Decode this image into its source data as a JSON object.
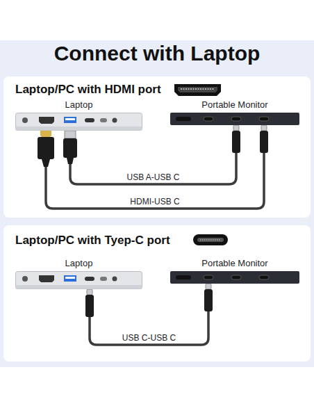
{
  "diagram": {
    "title": "Connect with Laptop",
    "nodes": [
      {
        "text": [
          "Laptop/PC with HDMI port"
        ]
      },
      {
        "text": [
          "Laptop"
        ],
        "in": 0
      },
      {
        "text": [
          "Portable Monitor"
        ],
        "in": 0
      },
      {
        "text": [
          "Laptop/PC with Tyep-C port"
        ]
      },
      {
        "text": [
          "Laptop"
        ],
        "in": 3
      },
      {
        "text": [
          "Portable Monitor"
        ],
        "in": 3
      }
    ],
    "edges": [
      {
        "from": 1,
        "to": 2,
        "label": "USB A-USB C",
        "arrow": "none"
      },
      {
        "from": 1,
        "to": 2,
        "label": "HDMI-USB C",
        "arrow": "none"
      },
      {
        "from": 4,
        "to": 5,
        "label": "USB C-USB C",
        "arrow": "none"
      }
    ]
  }
}
